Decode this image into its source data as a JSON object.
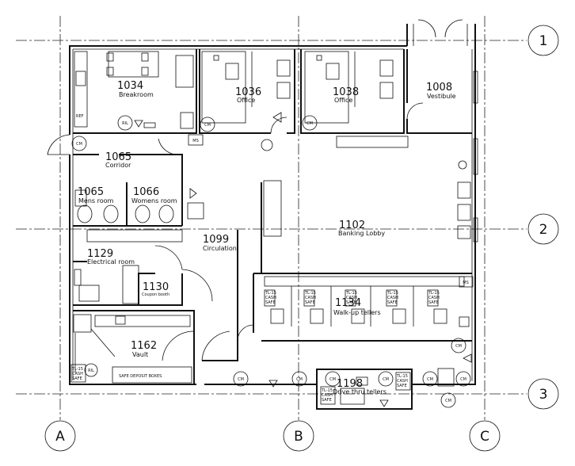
{
  "grid": {
    "rows": [
      "1",
      "2",
      "3"
    ],
    "cols": [
      "A",
      "B",
      "C"
    ]
  },
  "rooms": [
    {
      "number": "1034",
      "name": "Breakroom"
    },
    {
      "number": "1036",
      "name": "Office"
    },
    {
      "number": "1038",
      "name": "Office"
    },
    {
      "number": "1008",
      "name": "Vestibule"
    },
    {
      "number": "1065",
      "name": "Corridor"
    },
    {
      "number": "1065",
      "name": "Mens room"
    },
    {
      "number": "1066",
      "name": "Womens room"
    },
    {
      "number": "1099",
      "name": "Circulation"
    },
    {
      "number": "1102",
      "name": "Banking Lobby"
    },
    {
      "number": "1129",
      "name": "Electrical room"
    },
    {
      "number": "1130",
      "name": "Coupon booth"
    },
    {
      "number": "1134",
      "name": "Walk-up tellers"
    },
    {
      "number": "1162",
      "name": "Vault"
    },
    {
      "number": "1198",
      "name": "Drive thru tellers"
    }
  ],
  "labels": {
    "cm": "CM",
    "ms": "MS",
    "ril": "RIL",
    "safe_deposit": "SAFE DEPOSIT BOXES",
    "cash_safe_lines": [
      "TL-15",
      "CASH",
      "SAFE"
    ],
    "ref": "REF"
  },
  "colors": {
    "line": "#111111",
    "background": "#ffffff"
  }
}
